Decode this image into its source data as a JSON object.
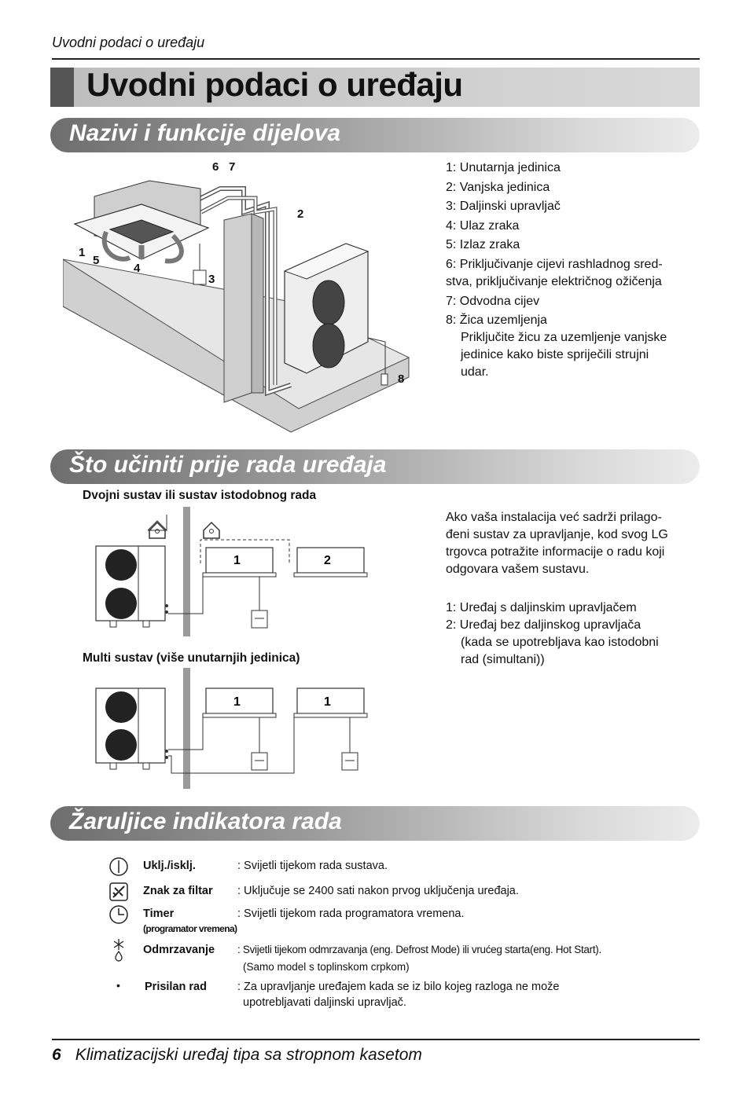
{
  "header": {
    "running_head": "Uvodni podaci o uređaju",
    "page_title": "Uvodni podaci o uređaju"
  },
  "section_parts": {
    "title": "Nazivi i funkcije dijelova",
    "callouts": [
      "1",
      "2",
      "3",
      "4",
      "5",
      "6",
      "7",
      "8"
    ],
    "legend": [
      "1: Unutarnja jedinica",
      "2: Vanjska jedinica",
      "3: Daljinski upravljač",
      "4: Ulaz zraka",
      "5: Izlaz zraka",
      "6: Priključivanje cijevi rashladnog sred-",
      "stva, priključivanje električnog ožičenja",
      "7: Odvodna cijev",
      "8: Žica uzemljenja",
      "Priključite žicu za uzemljenje vanjske",
      "jedinice kako biste spriječili strujni",
      "udar."
    ]
  },
  "section_before": {
    "title": "Što učiniti prije rada uređaja",
    "dual_heading": "Dvojni sustav ili sustav istodobnog rada",
    "multi_heading": "Multi sustav (više unutarnjih jedinica)",
    "dual_unit_labels": [
      "1",
      "2"
    ],
    "multi_unit_labels": [
      "1",
      "1"
    ],
    "paragraph": [
      "Ako vaša instalacija već sadrži prilago-",
      "đeni sustav za upravljanje, kod svog LG",
      "trgovca potražite informacije o radu koji",
      "odgovara vašem sustavu."
    ],
    "notes": [
      "1: Uređaj s daljinskim upravljačem",
      "2: Uređaj bez daljinskog upravljača",
      "(kada se upotrebljava kao istodobni",
      "rad (simultani))"
    ]
  },
  "section_indicators": {
    "title": "Žaruljice indikatora rada",
    "items": [
      {
        "icon": "power-icon",
        "name": "Uklj./isklj.",
        "desc": ": Svijetli tijekom rada sustava."
      },
      {
        "icon": "filter-icon",
        "name": "Znak za filtar",
        "desc": ": Uključuje se 2400 sati nakon prvog uključenja uređaja."
      },
      {
        "icon": "clock-icon",
        "name": "Timer",
        "sub": "(programator vremena)",
        "desc": ": Svijetli tijekom rada programatora vremena."
      },
      {
        "icon": "defrost-icon",
        "name": "Odmrzavanje",
        "desc": ": Svijetli tijekom odmrzavanja (eng. Defrost Mode) ili vrućeg starta(eng. Hot Start).",
        "desc2": "(Samo model s toplinskom crpkom)"
      },
      {
        "icon": "bullet-icon",
        "name": "Prisilan rad",
        "desc": ": Za upravljanje uređajem kada se iz bilo kojeg razloga ne može",
        "desc2": "upotrebljavati daljinski upravljač."
      }
    ]
  },
  "footer": {
    "page_number": "6",
    "text": "Klimatizacijski uređaj tipa sa stropnom kasetom"
  }
}
